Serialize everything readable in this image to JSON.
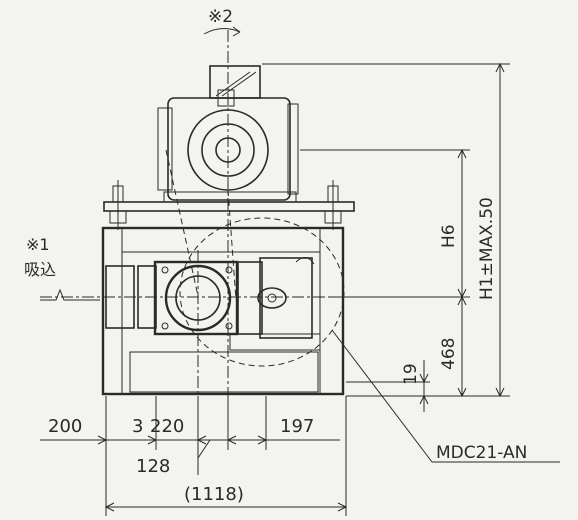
{
  "notes": {
    "note1_mark": "※1",
    "note1_text": "吸込",
    "note2_mark": "※2"
  },
  "dimensions": {
    "d200": "200",
    "d3": "3",
    "d220": "220",
    "d197": "197",
    "d128": "128",
    "d1118": "(1118)",
    "d19": "19",
    "d468": "468",
    "h6": "H6",
    "h1": "H1±MAX.50"
  },
  "model_label": "MDC21-AN",
  "colors": {
    "line": "#2a2a2a",
    "paper": "#f3f3f0"
  }
}
